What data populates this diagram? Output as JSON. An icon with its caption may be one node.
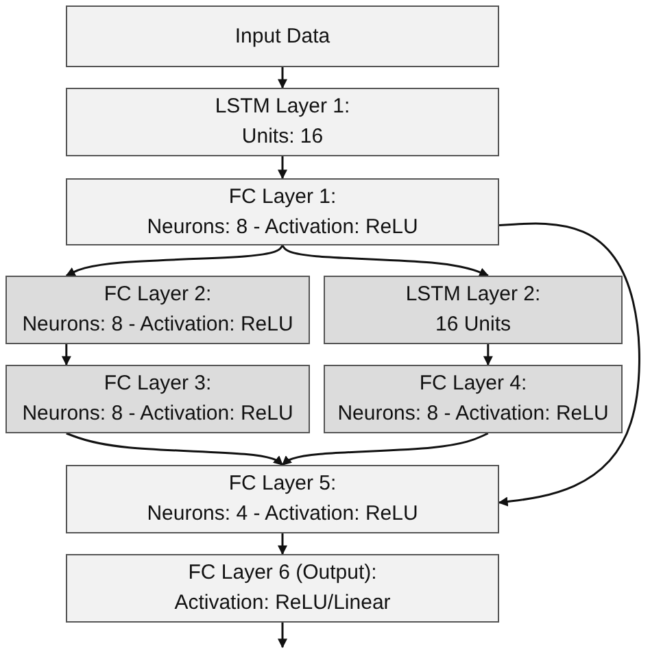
{
  "diagram": {
    "nodes": [
      {
        "text": [
          "Input Data"
        ]
      },
      {
        "text": [
          "LSTM Layer 1:",
          "Units: 16"
        ]
      },
      {
        "text": [
          "FC Layer 1:",
          "Neurons: 8 - Activation: ReLU"
        ]
      },
      {
        "text": [
          "FC Layer 2:",
          "Neurons: 8 - Activation: ReLU"
        ]
      },
      {
        "text": [
          "LSTM Layer 2:",
          "16 Units"
        ]
      },
      {
        "text": [
          "FC Layer 3:",
          "Neurons: 8 - Activation: ReLU"
        ]
      },
      {
        "text": [
          "FC Layer 4:",
          "Neurons: 8 - Activation: ReLU"
        ]
      },
      {
        "text": [
          "FC Layer 5:",
          "Neurons: 4 - Activation: ReLU"
        ]
      },
      {
        "text": [
          "FC Layer 6 (Output):",
          "Activation: ReLU/Linear"
        ]
      }
    ],
    "edges": [
      {
        "from": 0,
        "to": 1,
        "arrow": "to"
      },
      {
        "from": 1,
        "to": 2,
        "arrow": "to"
      },
      {
        "from": 2,
        "to": 3,
        "arrow": "to"
      },
      {
        "from": 2,
        "to": 4,
        "arrow": "to"
      },
      {
        "from": 3,
        "to": 5,
        "arrow": "to"
      },
      {
        "from": 4,
        "to": 6,
        "arrow": "to"
      },
      {
        "from": 5,
        "to": 7,
        "arrow": "to"
      },
      {
        "from": 6,
        "to": 7,
        "arrow": "to"
      },
      {
        "from": 2,
        "to": 7,
        "arrow": "to"
      },
      {
        "from": 7,
        "to": 8,
        "arrow": "to"
      },
      {
        "from": 8,
        "to": null,
        "arrow": "to"
      }
    ]
  }
}
